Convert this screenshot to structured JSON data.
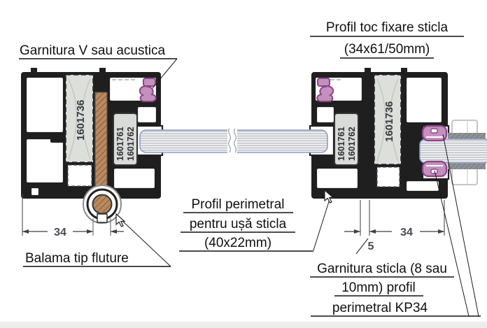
{
  "drawing": {
    "labels": {
      "gasket_v": "Garnitura V sau acustica",
      "title_line1": "Profil toc fixare sticla",
      "title_line2": "(34x61/50mm)",
      "perimetral_line1": "Profil perimetral",
      "perimetral_line2": "pentru ușă sticla",
      "perimetral_line3": "(40x22mm)",
      "hinge": "Balama tip fluture",
      "glass_gasket_line1": "Garnitura sticla (8 sau",
      "glass_gasket_line2": "10mm) profil",
      "glass_gasket_line3": "perimetral KP34"
    },
    "part_numbers": {
      "insulation_strip": "1601736",
      "glazing_profile_a": "1601761",
      "glazing_profile_b": "1601762"
    },
    "dimensions": {
      "left_width": "34",
      "right_width": "34",
      "gap": "5"
    },
    "colors": {
      "frame_black": "#1f1f1f",
      "gasket_purple_stroke": "#8d4488",
      "gasket_purple_fill": "#c490bd",
      "insulation_gray": "#dcdfda",
      "wood_brown": "#b98a61",
      "glass_border_blue": "#8d9cc8",
      "dimension_text": "#474b52"
    }
  }
}
